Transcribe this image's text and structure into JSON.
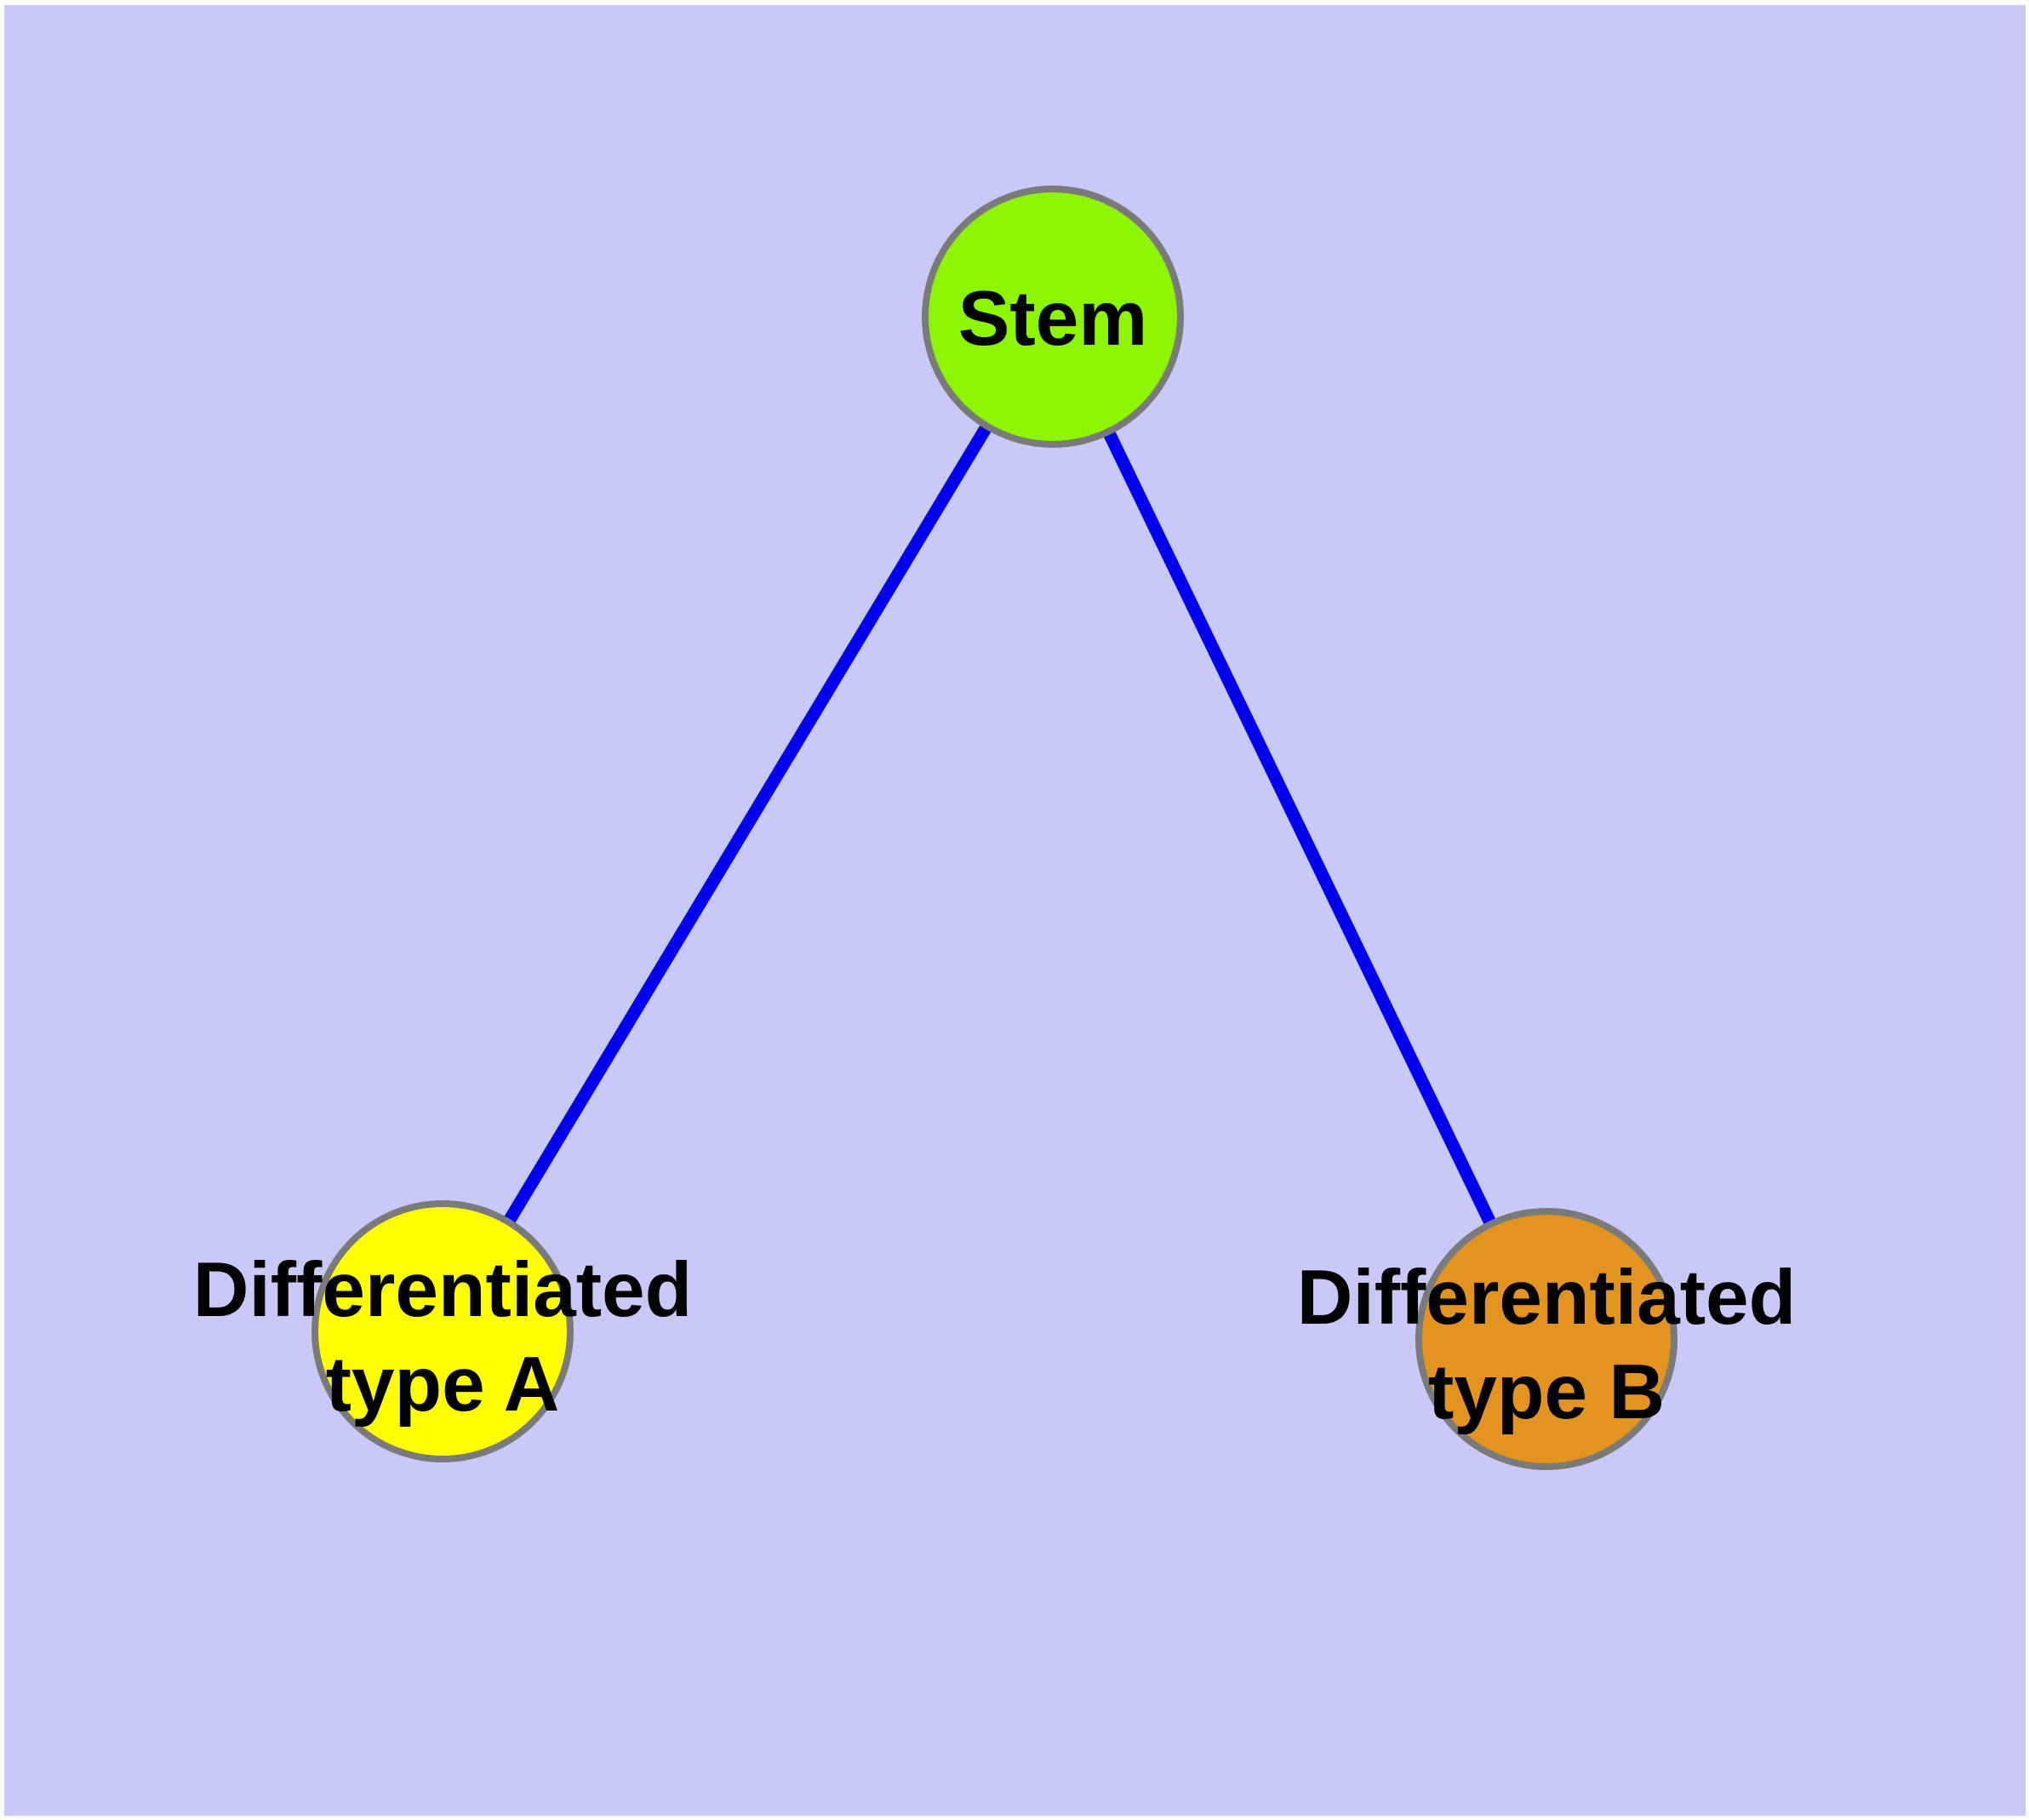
{
  "canvas": {
    "background_color": "#c9c9f8",
    "margin_color": "#ffffff"
  },
  "style": {
    "edge_color": "#0000ee",
    "node_border_color": "#7a7a7a",
    "label_color": "#000000"
  },
  "nodes": [
    {
      "id": "stem",
      "lines": [
        "Stem"
      ],
      "fill": "#8df500"
    },
    {
      "id": "differentiated-type-a",
      "lines": [
        "Differentiated",
        "type A"
      ],
      "fill": "#ffff00"
    },
    {
      "id": "differentiated-type-b",
      "lines": [
        "Differentiated",
        "type B"
      ],
      "fill": "#e2941e"
    }
  ],
  "edges": [
    {
      "from": "stem",
      "to": "differentiated-type-a"
    },
    {
      "from": "stem",
      "to": "differentiated-type-b"
    }
  ]
}
